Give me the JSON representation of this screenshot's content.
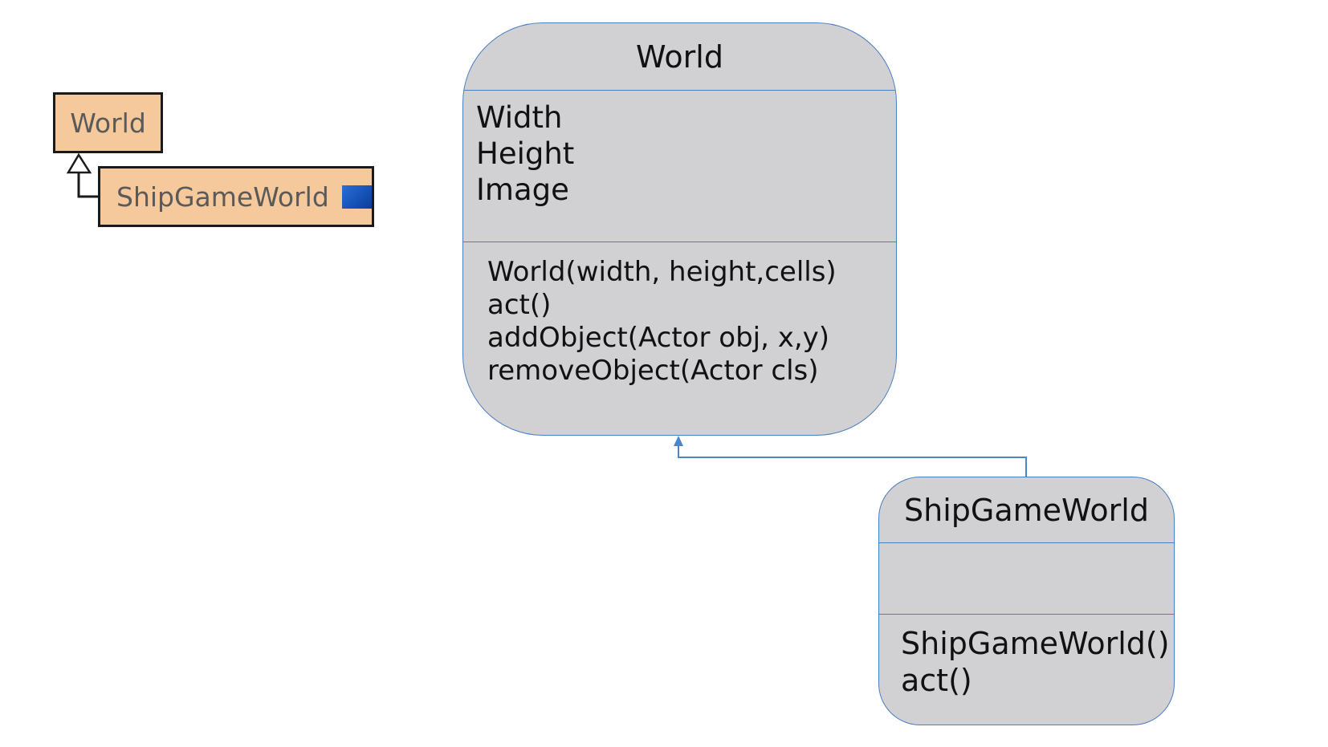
{
  "class_tree": {
    "parent": "World",
    "child": "ShipGameWorld",
    "child_icon": "blue-flag-icon"
  },
  "uml": {
    "world": {
      "name": "World",
      "attributes": [
        "Width",
        "Height",
        "Image"
      ],
      "methods": [
        "World(width, height,cells)",
        "act()",
        "addObject(Actor obj, x,y)",
        "removeObject(Actor cls)"
      ]
    },
    "ship_game_world": {
      "name": "ShipGameWorld",
      "attributes": [],
      "methods": [
        "ShipGameWorld()",
        "act()"
      ]
    }
  },
  "colors": {
    "tree_box": "#f5c99b",
    "uml_fill": "#d1d0d2",
    "uml_border": "#4a7fc1",
    "flag": "#1550b5"
  }
}
